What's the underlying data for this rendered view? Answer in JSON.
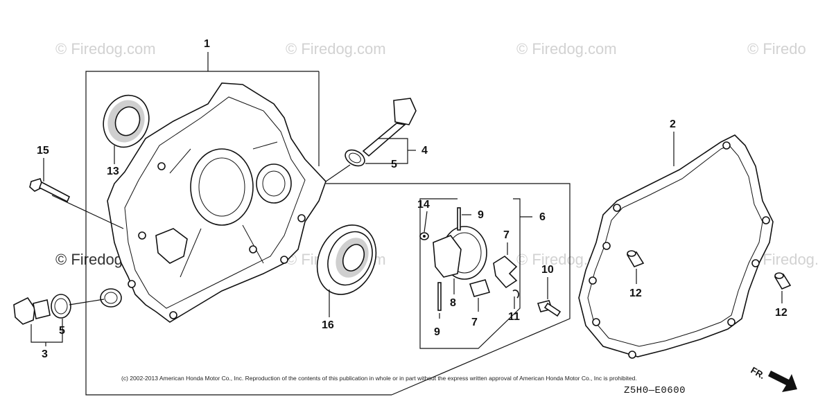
{
  "watermarks": [
    "© Firedog.com",
    "© Firedog.com",
    "© Firedog.com",
    "© Firedo",
    "© Firedog.com",
    "© Firedog.com",
    "© Firedog.com",
    "© Firedog.com"
  ],
  "callouts": {
    "p1": "1",
    "p2": "2",
    "p3": "3",
    "p4": "4",
    "p5a": "5",
    "p5b": "5",
    "p6": "6",
    "p7a": "7",
    "p7b": "7",
    "p8": "8",
    "p9a": "9",
    "p9b": "9",
    "p10": "10",
    "p11": "11",
    "p12a": "12",
    "p12b": "12",
    "p13": "13",
    "p14": "14",
    "p15": "15",
    "p16": "16"
  },
  "copyright": "(c) 2002-2013 American Honda Motor Co., Inc. Reproduction of the contents of this publication in whole or in part without the express written approval of American Honda Motor Co., Inc is prohibited.",
  "diagram_code": "Z5H0—E0600",
  "front_indicator": "FR."
}
